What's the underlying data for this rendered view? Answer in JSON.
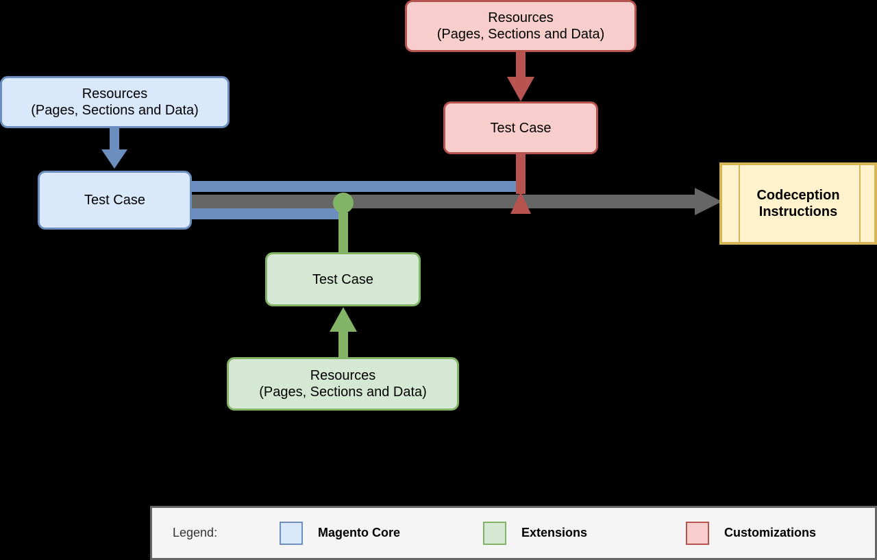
{
  "core": {
    "resources": {
      "line1": "Resources",
      "line2": "(Pages, Sections and Data)"
    },
    "test_case": "Test Case"
  },
  "custom": {
    "resources": {
      "line1": "Resources",
      "line2": "(Pages, Sections and Data)"
    },
    "test_case": "Test Case"
  },
  "ext": {
    "resources": {
      "line1": "Resources",
      "line2": "(Pages, Sections and Data)"
    },
    "test_case": "Test Case"
  },
  "output": {
    "line1": "Codeception",
    "line2": "Instructions"
  },
  "legend": {
    "title": "Legend:",
    "items": [
      {
        "label": "Magento Core",
        "color": "#dae8fc"
      },
      {
        "label": "Extensions",
        "color": "#d5e8d4"
      },
      {
        "label": "Customizations",
        "color": "#f8cecc"
      }
    ]
  },
  "colors": {
    "core_fill": "#dae8fc",
    "core_stroke": "#6c8ebf",
    "ext_fill": "#d5e8d4",
    "ext_stroke": "#82b366",
    "custom_fill": "#f8cecc",
    "custom_stroke": "#b85450",
    "output_fill": "#fff2cc",
    "output_stroke": "#d6b656",
    "flow_arrow": "#666666"
  }
}
